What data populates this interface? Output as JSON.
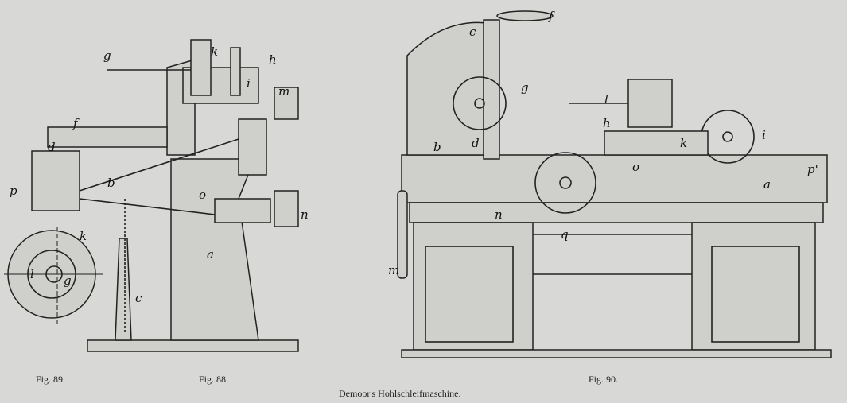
{
  "captions": {
    "fig89": "Fig. 89.",
    "fig88": "Fig. 88.",
    "fig90": "Fig. 90.",
    "title": "Demoor's Hohlschleifmaschine."
  },
  "fig89_labels": [
    "k",
    "l",
    "g"
  ],
  "fig88_labels": [
    "g",
    "k",
    "h",
    "f",
    "d",
    "p",
    "b",
    "o",
    "i",
    "m",
    "n",
    "c",
    "a"
  ],
  "fig90_labels": [
    "c",
    "f",
    "g",
    "b",
    "d",
    "m",
    "n",
    "q",
    "h",
    "k",
    "l",
    "i",
    "o",
    "p'",
    "a"
  ]
}
